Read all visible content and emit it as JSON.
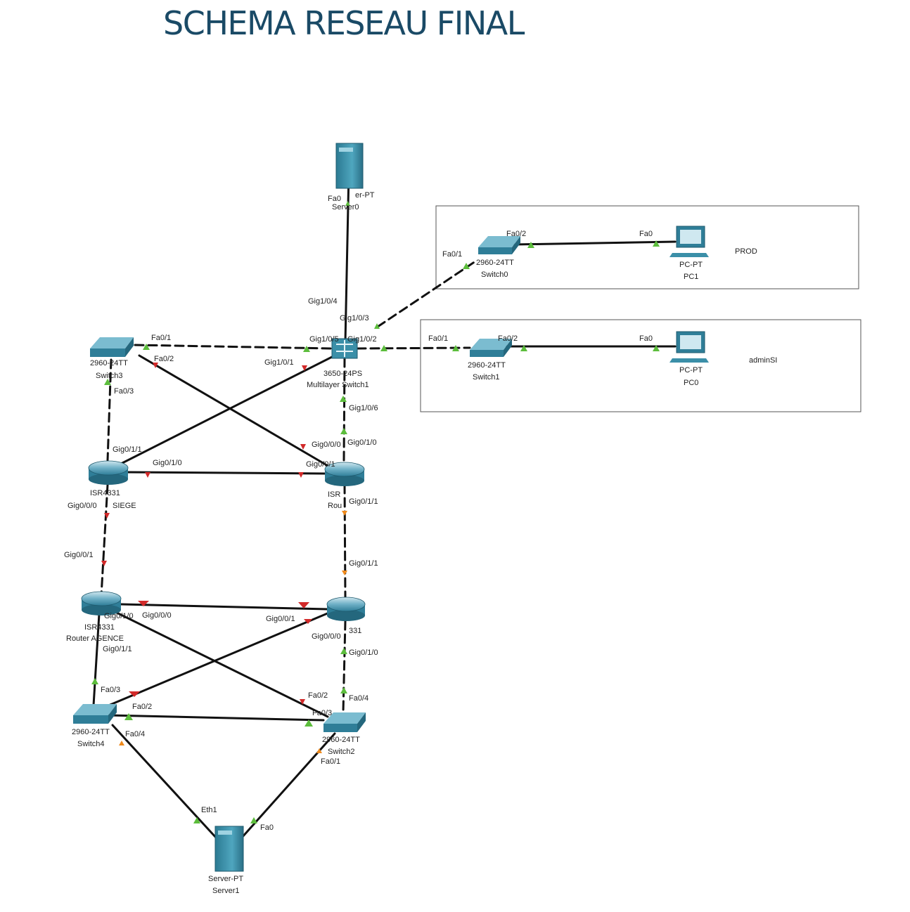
{
  "title": "SCHEMA RESEAU FINAL",
  "zones": [
    {
      "id": "prod",
      "label": "PROD"
    },
    {
      "id": "admin",
      "label": "adminSI"
    }
  ],
  "devices": [
    {
      "id": "server0",
      "type": "server",
      "model": "Server-PT",
      "name": "Server0",
      "model_shown": "er-PT",
      "name_shown": "Server0"
    },
    {
      "id": "ml_switch",
      "type": "mlswitch",
      "model": "3650-24PS",
      "name": "Multilayer Switch1"
    },
    {
      "id": "switch0",
      "type": "switch",
      "model": "2960-24TT",
      "name": "Switch0"
    },
    {
      "id": "pc1",
      "type": "pc",
      "model": "PC-PT",
      "name": "PC1"
    },
    {
      "id": "switch1",
      "type": "switch",
      "model": "2960-24TT",
      "name": "Switch1"
    },
    {
      "id": "pc0",
      "type": "pc",
      "model": "PC-PT",
      "name": "PC0"
    },
    {
      "id": "switch3",
      "type": "switch",
      "model": "2960-24TT",
      "name": "Switch3"
    },
    {
      "id": "router_siege",
      "type": "router",
      "model": "ISR4331",
      "name": "SIEGE"
    },
    {
      "id": "router_r",
      "type": "router",
      "model": "ISR",
      "name": "Rou"
    },
    {
      "id": "router_agence",
      "type": "router",
      "model": "ISR4331",
      "name": "Router AGENCE"
    },
    {
      "id": "router_br",
      "type": "router",
      "model": "331",
      "name": ""
    },
    {
      "id": "switch4",
      "type": "switch",
      "model": "2960-24TT",
      "name": "Switch4"
    },
    {
      "id": "switch2",
      "type": "switch",
      "model": "2960-24TT",
      "name": "Switch2"
    },
    {
      "id": "server1",
      "type": "server",
      "model": "Server-PT",
      "name": "Server1"
    }
  ],
  "ports": [
    "Fa0",
    "Gig1/0/4",
    "Gig1/0/3",
    "Fa0/1",
    "Fa0/2",
    "Fa0",
    "Fa0/1",
    "Fa0/2",
    "Fa0",
    "Fa0/1",
    "Fa0/2",
    "Gig1/0/5",
    "Gig1/0/2",
    "Gig1/0/1",
    "Fa0/3",
    "Gig1/0/6",
    "Gig0/1/1",
    "Gig0/0/0",
    "Gig0/1/0",
    "Gig0/1/0",
    "Gig0/0/1",
    "Gig0/0/0",
    "Gig0/1/1",
    "Gig0/0/1",
    "Gig0/1/1",
    "Gig0/1/0",
    "Gig0/0/0",
    "Gig0/0/1",
    "Gig0/0/0",
    "Gig0/1/1",
    "Gig0/1/0",
    "Fa0/3",
    "Fa0/2",
    "Fa0/2",
    "Fa0/4",
    "Fa0/3",
    "Fa0/4",
    "Fa0/1",
    "Eth1",
    "Fa0"
  ],
  "links": [
    {
      "a": "server0",
      "b": "ml_switch",
      "style": "solid"
    },
    {
      "a": "ml_switch",
      "b": "switch0",
      "style": "dashed"
    },
    {
      "a": "switch0",
      "b": "pc1",
      "style": "solid"
    },
    {
      "a": "ml_switch",
      "b": "switch1",
      "style": "dashed"
    },
    {
      "a": "switch1",
      "b": "pc0",
      "style": "solid"
    },
    {
      "a": "switch3",
      "b": "ml_switch",
      "style": "dashed"
    },
    {
      "a": "switch3",
      "b": "router_r",
      "style": "solid"
    },
    {
      "a": "ml_switch",
      "b": "router_siege",
      "style": "solid"
    },
    {
      "a": "switch3",
      "b": "router_siege",
      "style": "dashed"
    },
    {
      "a": "ml_switch",
      "b": "router_r",
      "style": "dashed"
    },
    {
      "a": "router_siege",
      "b": "router_r",
      "style": "solid"
    },
    {
      "a": "router_siege",
      "b": "router_agence",
      "style": "dashed"
    },
    {
      "a": "router_r",
      "b": "router_br",
      "style": "dashed"
    },
    {
      "a": "router_agence",
      "b": "router_br",
      "style": "solid"
    },
    {
      "a": "router_agence",
      "b": "switch4",
      "style": "solid"
    },
    {
      "a": "router_agence",
      "b": "switch2",
      "style": "solid"
    },
    {
      "a": "router_br",
      "b": "switch4",
      "style": "solid"
    },
    {
      "a": "router_br",
      "b": "switch2",
      "style": "dashed"
    },
    {
      "a": "switch4",
      "b": "switch2",
      "style": "solid"
    },
    {
      "a": "switch4",
      "b": "server1",
      "style": "solid"
    },
    {
      "a": "switch2",
      "b": "server1",
      "style": "solid"
    }
  ],
  "colors": {
    "title": "#1a4a66",
    "device": "#3b8fa8",
    "link": "#111111",
    "port_up": "#5cbd3c",
    "port_down": "#d22a2a",
    "port_orange": "#ef8a1c"
  }
}
